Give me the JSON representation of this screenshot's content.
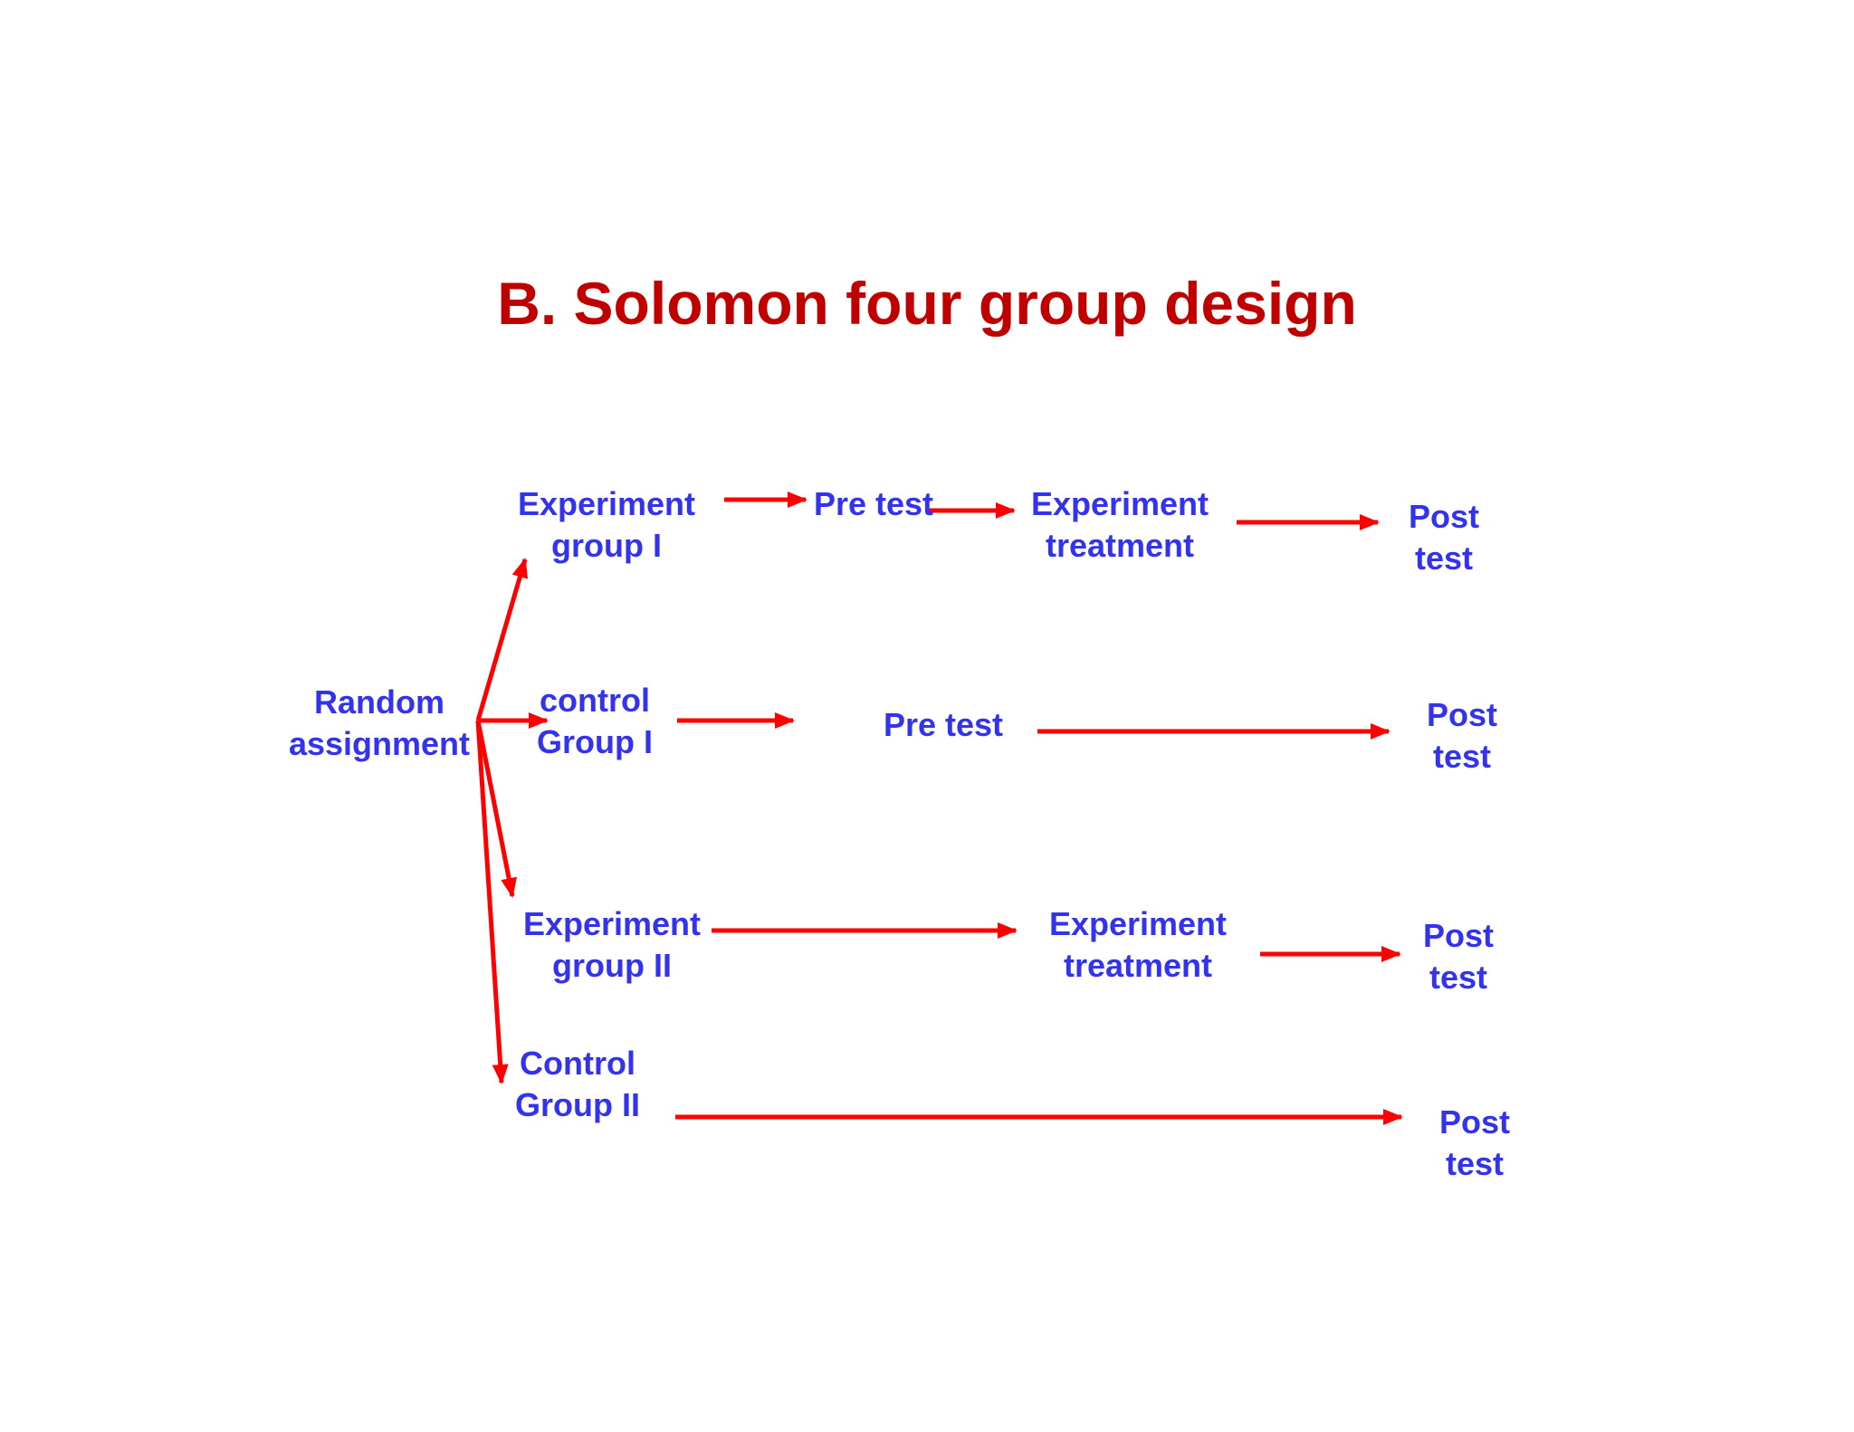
{
  "title": "B. Solomon four group design",
  "colors": {
    "title": "#c00000",
    "text": "#3333ee",
    "arrow": "#ff0000"
  },
  "nodes": {
    "random_assignment": [
      "Random",
      "assignment"
    ],
    "experiment_group_1": [
      "Experiment",
      "group I"
    ],
    "pretest_1": [
      "Pre test"
    ],
    "treatment_1": [
      "Experiment",
      "treatment"
    ],
    "posttest_1": [
      "Post",
      "test"
    ],
    "control_group_1": [
      "control",
      "Group I"
    ],
    "pretest_2": [
      "Pre test"
    ],
    "posttest_2": [
      "Post",
      "test"
    ],
    "experiment_group_2": [
      "Experiment",
      "group II"
    ],
    "treatment_2": [
      "Experiment",
      "treatment"
    ],
    "posttest_3": [
      "Post",
      "test"
    ],
    "control_group_2": [
      "Control",
      "Group II"
    ],
    "posttest_4": [
      "Post",
      "test"
    ]
  }
}
